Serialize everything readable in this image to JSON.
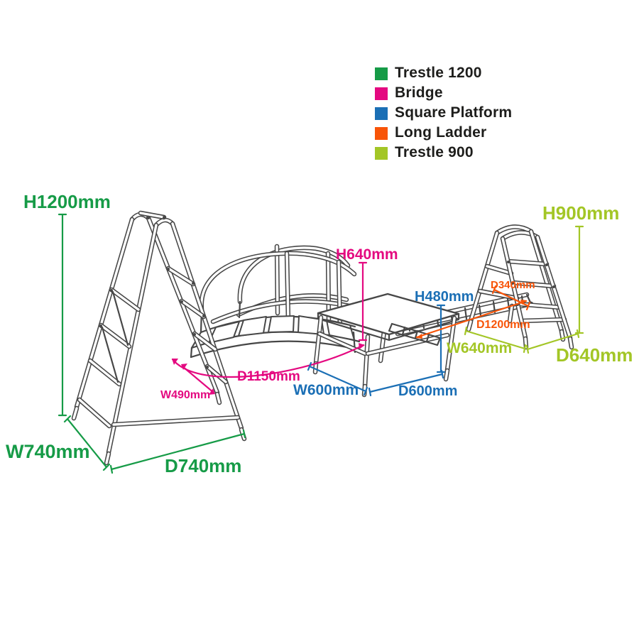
{
  "legend": {
    "items": [
      {
        "label": "Trestle 1200",
        "color": "#169B47"
      },
      {
        "label": "Bridge",
        "color": "#E40980"
      },
      {
        "label": "Square Platform",
        "color": "#1B6FB5"
      },
      {
        "label": "Long Ladder",
        "color": "#F85408"
      },
      {
        "label": "Trestle 900",
        "color": "#A3C626"
      }
    ]
  },
  "dimensions": {
    "trestle_1200": {
      "height": "H1200mm",
      "width": "W740mm",
      "depth": "D740mm",
      "color": "#169B47"
    },
    "bridge": {
      "height": "H640mm",
      "length": "D1150mm",
      "width": "W490mm",
      "color": "#E40980"
    },
    "square_platform": {
      "height": "H480mm",
      "width": "W600mm",
      "depth": "D600mm",
      "color": "#1B6FB5"
    },
    "long_ladder": {
      "width": "D340mm",
      "length": "D1200mm",
      "color": "#F85408"
    },
    "trestle_900": {
      "height": "H900mm",
      "width": "W640mm",
      "depth": "D640mm",
      "color": "#A3C626"
    }
  },
  "drawing": {
    "line_color": "#474747",
    "background": "#FFFFFF"
  }
}
